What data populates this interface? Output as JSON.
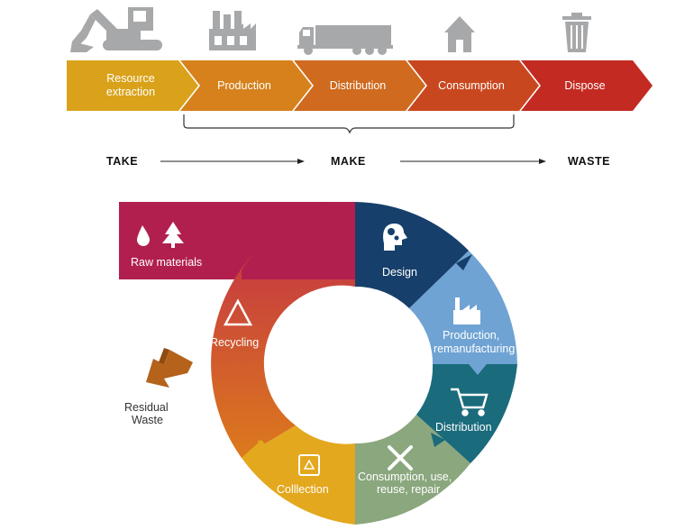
{
  "linear": {
    "steps": [
      {
        "line1": "Resource",
        "line2": "extraction",
        "color": "#d9a21a"
      },
      {
        "line1": "Production",
        "line2": "",
        "color": "#d6811c"
      },
      {
        "line1": "Distribution",
        "line2": "",
        "color": "#cf6a1e"
      },
      {
        "line1": "Consumption",
        "line2": "",
        "color": "#c9471f"
      },
      {
        "line1": "Dispose",
        "line2": "",
        "color": "#c32a22"
      }
    ],
    "icons": [
      "excavator-icon",
      "factory-icon",
      "truck-icon",
      "house-icon",
      "trash-can-icon"
    ],
    "stages": {
      "take": "TAKE",
      "make": "MAKE",
      "waste": "WASTE"
    }
  },
  "circular": {
    "raw_materials": "Raw materials",
    "design": "Design",
    "production_line1": "Production,",
    "production_line2": "remanufacturing",
    "distribution": "Distribution",
    "consumption_line1": "Consumption, use,",
    "consumption_line2": "reuse, repair",
    "collection": "Colllection",
    "recycling": "Recycling",
    "residual_line1": "Residual",
    "residual_line2": "Waste",
    "colors": {
      "raw": "#b11f4f",
      "design": "#173f6b",
      "production": "#6fa3d3",
      "distribution": "#1a6b7c",
      "consumption": "#8aa77e",
      "collection": "#e3a81e",
      "recycling_top": "#c23447",
      "recycling_bottom": "#d9741f",
      "residual_arrow": "#b5621a",
      "icon_gray": "#a7a8aa"
    }
  }
}
